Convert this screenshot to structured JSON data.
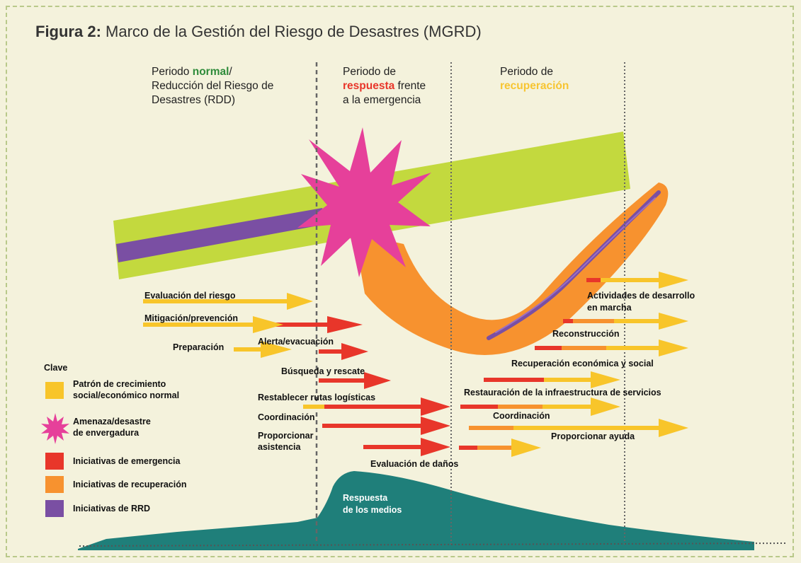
{
  "figure": {
    "title_prefix": "Figura 2:",
    "title_text": "Marco de la Gestión del Riesgo de Desastres (MGRD)"
  },
  "periods": {
    "normal": {
      "l1_pre": "Periodo ",
      "l1_em": "normal",
      "l1_post": "/",
      "l2": "Reducción del Riesgo de",
      "l3": "Desastres (RDD)",
      "em_color": "#2e8b3a"
    },
    "respuesta": {
      "l1": "Periodo de",
      "l2_em": "respuesta",
      "l2_post": " frente",
      "l3": "a la emergencia",
      "em_color": "#e8362a"
    },
    "recuperacion": {
      "l1": "Periodo de",
      "l2_em": "recuperación",
      "em_color": "#f7c531"
    }
  },
  "initiatives": {
    "evaluacion_riesgo": "Evaluación del riesgo",
    "mitigacion": "Mitigación/prevención",
    "preparacion": "Preparación",
    "alerta": "Alerta/evacuación",
    "busqueda": "Búsqueda y rescate",
    "rutas": "Restablecer rutas logísticas",
    "coordinacion_1": "Coordinación",
    "asistencia_l1": "Proporcionar",
    "asistencia_l2": "asistencia",
    "evaluacion_danos": "Evaluación de daños",
    "desarrollo_l1": "Actividades de desarrollo",
    "desarrollo_l2": "en marcha",
    "reconstruccion": "Reconstrucción",
    "recuperacion_eco": "Recuperación económica y social",
    "infraestructura": "Restauración de la infraestructura de servicios",
    "coordinacion_2": "Coordinación",
    "ayuda": "Proporcionar ayuda"
  },
  "media": {
    "l1": "Respuesta",
    "l2": "de los medios"
  },
  "legend": {
    "title": "Clave",
    "items": [
      {
        "l1": "Patrón de crecimiento",
        "l2": "social/económico normal",
        "color": "#f8c52a",
        "shape": "square"
      },
      {
        "l1": "Amenaza/desastre",
        "l2": "de envergadura",
        "color": "#e6409a",
        "shape": "star"
      },
      {
        "l1": "Iniciativas de emergencia",
        "l2": "",
        "color": "#e8362a",
        "shape": "square"
      },
      {
        "l1": "Iniciativas de recuperación",
        "l2": "",
        "color": "#f7922f",
        "shape": "square"
      },
      {
        "l1": "Iniciativas de RRD",
        "l2": "",
        "color": "#7a4fa3",
        "shape": "square"
      }
    ]
  },
  "colors": {
    "background": "#f4f2dc",
    "growth_band": "#c3d93e",
    "rrd_band": "#7a4fa3",
    "disaster_star": "#e6409a",
    "recovery": "#f7922f",
    "emergency": "#e8362a",
    "normal_arrow": "#f8c52a",
    "media": "#1f7f7a"
  }
}
